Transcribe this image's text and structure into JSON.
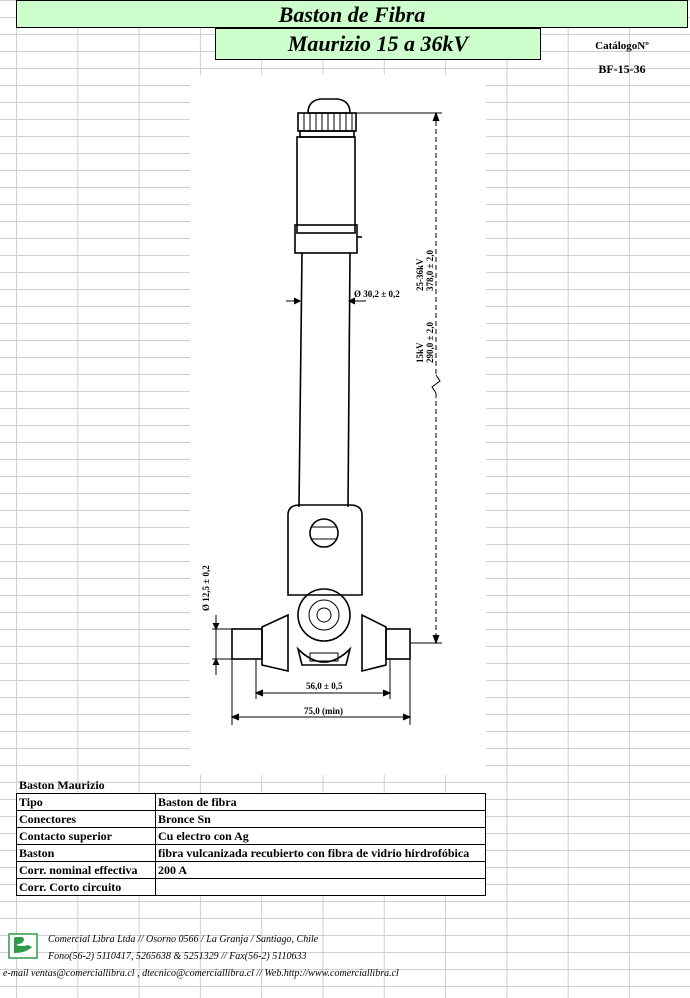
{
  "header": {
    "title": "Baston de Fibra",
    "subtitle": "Maurizio 15 a 36kV",
    "catalog_label": "CatálogoNº",
    "catalog_code": "BF-15-36"
  },
  "drawing": {
    "dim_diameter_top": "Ø 30,2 ± 0,2",
    "dim_height_25_36_label": "25-36kV",
    "dim_height_25_36_value": "378,0 ± 2,0",
    "dim_height_15_label": "15kV",
    "dim_height_15_value": "290,0 ± 2,0",
    "dim_diameter_bottom": "Ø 12,5 ± 0,2",
    "dim_width_inner": "56,0 ± 0,5",
    "dim_width_outer": "75,0 (min)"
  },
  "specs": {
    "title": "Baston Maurizio",
    "rows": [
      {
        "label": "Tipo",
        "value": "Baston  de fibra"
      },
      {
        "label": "Conectores",
        "value": "Bronce Sn"
      },
      {
        "label": "Contacto superior",
        "value": "Cu electro con Ag"
      },
      {
        "label": "Baston",
        "value": " fibra vulcanizada recubierto con fibra de vidrio hirdrofóbica"
      },
      {
        "label": "Corr. nominal effectiva",
        "value": " 200 A"
      },
      {
        "label": "Corr. Corto circuito",
        "value": ""
      }
    ]
  },
  "footer": {
    "line1": "Comercial Libra Ltda // Osorno 0566 / La Granja / Santiago, Chile",
    "line2": "Fono(56-2) 5110417, 5265638 & 5251329 // Fax(56-2) 5110633",
    "line3": "e-mail ventas@comerciallibra.cl ,  dtecnico@comerciallibra.cl // Web.http://www.comerciallibra.cl"
  },
  "colors": {
    "header_fill": "#ccffcc",
    "logo_green": "#2e9a4a"
  }
}
